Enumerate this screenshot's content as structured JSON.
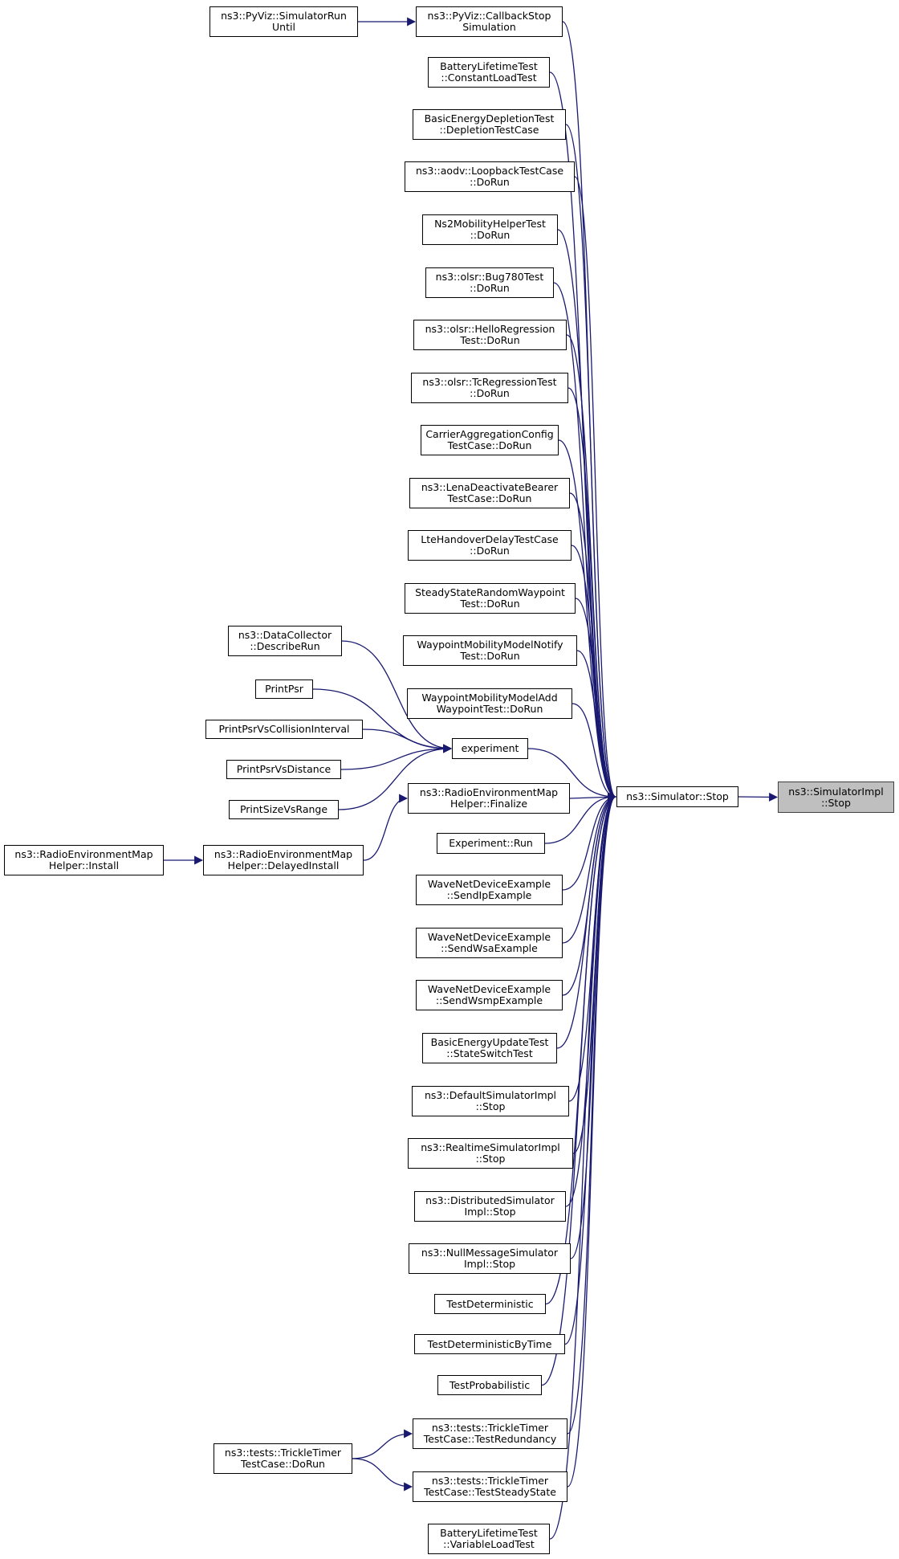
{
  "graph": {
    "kind": "caller graph",
    "edge_color": "#191970",
    "focus_fill": "#bfbfbf",
    "focus": {
      "id": "simimpl_stop",
      "label": "ns3::SimulatorImpl\n::Stop"
    },
    "nodes": [
      {
        "id": "pyviz_run_until",
        "label": "ns3::PyViz::SimulatorRun\nUntil"
      },
      {
        "id": "pyviz_callback_stop",
        "label": "ns3::PyViz::CallbackStop\nSimulation"
      },
      {
        "id": "battery_constant",
        "label": "BatteryLifetimeTest\n::ConstantLoadTest"
      },
      {
        "id": "basic_depletion",
        "label": "BasicEnergyDepletionTest\n::DepletionTestCase"
      },
      {
        "id": "aodv_loopback",
        "label": "ns3::aodv::LoopbackTestCase\n::DoRun"
      },
      {
        "id": "ns2_mobility",
        "label": "Ns2MobilityHelperTest\n::DoRun"
      },
      {
        "id": "olsr_bug780",
        "label": "ns3::olsr::Bug780Test\n::DoRun"
      },
      {
        "id": "olsr_hello",
        "label": "ns3::olsr::HelloRegression\nTest::DoRun"
      },
      {
        "id": "olsr_tc",
        "label": "ns3::olsr::TcRegressionTest\n::DoRun"
      },
      {
        "id": "carrier_agg",
        "label": "CarrierAggregationConfig\nTestCase::DoRun"
      },
      {
        "id": "lena_deactivate",
        "label": "ns3::LenaDeactivateBearer\nTestCase::DoRun"
      },
      {
        "id": "lte_handover",
        "label": "LteHandoverDelayTestCase\n::DoRun"
      },
      {
        "id": "steady_state_rwp",
        "label": "SteadyStateRandomWaypoint\nTest::DoRun"
      },
      {
        "id": "waypoint_notify",
        "label": "WaypointMobilityModelNotify\nTest::DoRun"
      },
      {
        "id": "waypoint_add",
        "label": "WaypointMobilityModelAdd\nWaypointTest::DoRun"
      },
      {
        "id": "data_collector",
        "label": "ns3::DataCollector\n::DescribeRun"
      },
      {
        "id": "print_psr",
        "label": "PrintPsr"
      },
      {
        "id": "print_psr_collision",
        "label": "PrintPsrVsCollisionInterval"
      },
      {
        "id": "print_psr_distance",
        "label": "PrintPsrVsDistance"
      },
      {
        "id": "print_size_range",
        "label": "PrintSizeVsRange"
      },
      {
        "id": "experiment",
        "label": "experiment"
      },
      {
        "id": "rem_install",
        "label": "ns3::RadioEnvironmentMap\nHelper::Install"
      },
      {
        "id": "rem_delayed_install",
        "label": "ns3::RadioEnvironmentMap\nHelper::DelayedInstall"
      },
      {
        "id": "rem_finalize",
        "label": "ns3::RadioEnvironmentMap\nHelper::Finalize"
      },
      {
        "id": "simulator_stop",
        "label": "ns3::Simulator::Stop"
      },
      {
        "id": "experiment_run",
        "label": "Experiment::Run"
      },
      {
        "id": "wave_sendip",
        "label": "WaveNetDeviceExample\n::SendIpExample"
      },
      {
        "id": "wave_sendwsa",
        "label": "WaveNetDeviceExample\n::SendWsaExample"
      },
      {
        "id": "wave_sendwsmp",
        "label": "WaveNetDeviceExample\n::SendWsmpExample"
      },
      {
        "id": "basic_energy_update",
        "label": "BasicEnergyUpdateTest\n::StateSwitchTest"
      },
      {
        "id": "default_sim_stop",
        "label": "ns3::DefaultSimulatorImpl\n::Stop"
      },
      {
        "id": "realtime_sim_stop",
        "label": "ns3::RealtimeSimulatorImpl\n::Stop"
      },
      {
        "id": "distributed_sim_stop",
        "label": "ns3::DistributedSimulator\nImpl::Stop"
      },
      {
        "id": "nullmsg_sim_stop",
        "label": "ns3::NullMessageSimulator\nImpl::Stop"
      },
      {
        "id": "test_deterministic",
        "label": "TestDeterministic"
      },
      {
        "id": "test_det_by_time",
        "label": "TestDeterministicByTime"
      },
      {
        "id": "test_probabilistic",
        "label": "TestProbabilistic"
      },
      {
        "id": "trickle_doRun",
        "label": "ns3::tests::TrickleTimer\nTestCase::DoRun"
      },
      {
        "id": "trickle_redundancy",
        "label": "ns3::tests::TrickleTimer\nTestCase::TestRedundancy"
      },
      {
        "id": "trickle_steady",
        "label": "ns3::tests::TrickleTimer\nTestCase::TestSteadyState"
      },
      {
        "id": "battery_variable",
        "label": "BatteryLifetimeTest\n::VariableLoadTest"
      }
    ],
    "edges": [
      {
        "from": "pyviz_run_until",
        "to": "pyviz_callback_stop"
      },
      {
        "from": "pyviz_callback_stop",
        "to": "simulator_stop"
      },
      {
        "from": "battery_constant",
        "to": "simulator_stop"
      },
      {
        "from": "basic_depletion",
        "to": "simulator_stop"
      },
      {
        "from": "aodv_loopback",
        "to": "simulator_stop"
      },
      {
        "from": "ns2_mobility",
        "to": "simulator_stop"
      },
      {
        "from": "olsr_bug780",
        "to": "simulator_stop"
      },
      {
        "from": "olsr_hello",
        "to": "simulator_stop"
      },
      {
        "from": "olsr_tc",
        "to": "simulator_stop"
      },
      {
        "from": "carrier_agg",
        "to": "simulator_stop"
      },
      {
        "from": "lena_deactivate",
        "to": "simulator_stop"
      },
      {
        "from": "lte_handover",
        "to": "simulator_stop"
      },
      {
        "from": "steady_state_rwp",
        "to": "simulator_stop"
      },
      {
        "from": "waypoint_notify",
        "to": "simulator_stop"
      },
      {
        "from": "waypoint_add",
        "to": "simulator_stop"
      },
      {
        "from": "data_collector",
        "to": "experiment"
      },
      {
        "from": "print_psr",
        "to": "experiment"
      },
      {
        "from": "print_psr_collision",
        "to": "experiment"
      },
      {
        "from": "print_psr_distance",
        "to": "experiment"
      },
      {
        "from": "print_size_range",
        "to": "experiment"
      },
      {
        "from": "experiment",
        "to": "simulator_stop"
      },
      {
        "from": "rem_install",
        "to": "rem_delayed_install"
      },
      {
        "from": "rem_delayed_install",
        "to": "rem_finalize"
      },
      {
        "from": "rem_finalize",
        "to": "simulator_stop"
      },
      {
        "from": "experiment_run",
        "to": "simulator_stop"
      },
      {
        "from": "wave_sendip",
        "to": "simulator_stop"
      },
      {
        "from": "wave_sendwsa",
        "to": "simulator_stop"
      },
      {
        "from": "wave_sendwsmp",
        "to": "simulator_stop"
      },
      {
        "from": "basic_energy_update",
        "to": "simulator_stop"
      },
      {
        "from": "default_sim_stop",
        "to": "simulator_stop"
      },
      {
        "from": "realtime_sim_stop",
        "to": "simulator_stop"
      },
      {
        "from": "distributed_sim_stop",
        "to": "simulator_stop"
      },
      {
        "from": "nullmsg_sim_stop",
        "to": "simulator_stop"
      },
      {
        "from": "test_deterministic",
        "to": "simulator_stop"
      },
      {
        "from": "test_det_by_time",
        "to": "simulator_stop"
      },
      {
        "from": "test_probabilistic",
        "to": "simulator_stop"
      },
      {
        "from": "trickle_doRun",
        "to": "trickle_redundancy"
      },
      {
        "from": "trickle_doRun",
        "to": "trickle_steady"
      },
      {
        "from": "trickle_redundancy",
        "to": "simulator_stop"
      },
      {
        "from": "trickle_steady",
        "to": "simulator_stop"
      },
      {
        "from": "battery_variable",
        "to": "simulator_stop"
      },
      {
        "from": "simulator_stop",
        "to": "simimpl_stop"
      }
    ]
  }
}
